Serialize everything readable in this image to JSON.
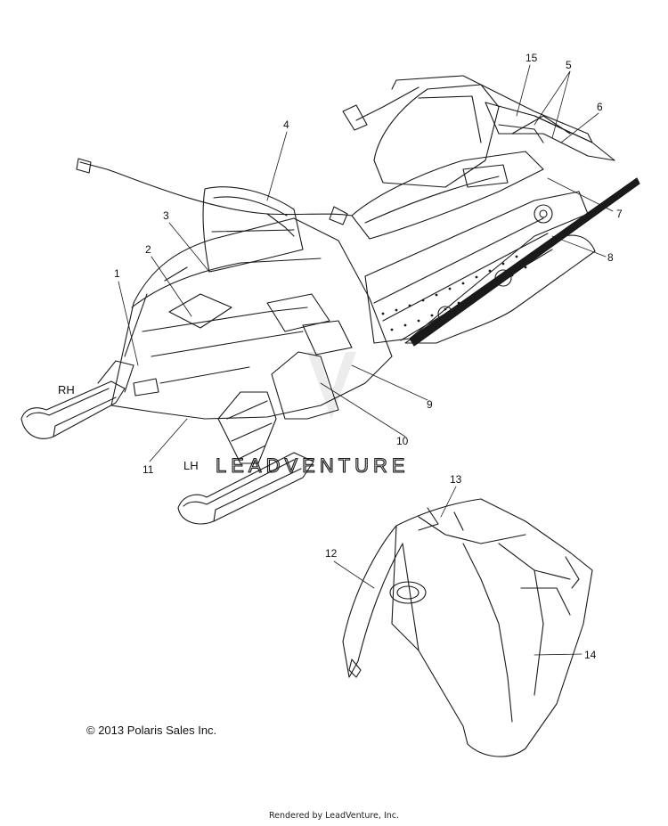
{
  "callouts": [
    "1",
    "2",
    "3",
    "4",
    "5",
    "6",
    "7",
    "8",
    "9",
    "10",
    "11",
    "12",
    "13",
    "14",
    "15"
  ],
  "labels": {
    "rh": "RH",
    "lh": "LH"
  },
  "watermark": "LEADVENTURE",
  "copyright": "© 2013 Polaris Sales Inc.",
  "footer": "Rendered by LeadVenture, Inc."
}
